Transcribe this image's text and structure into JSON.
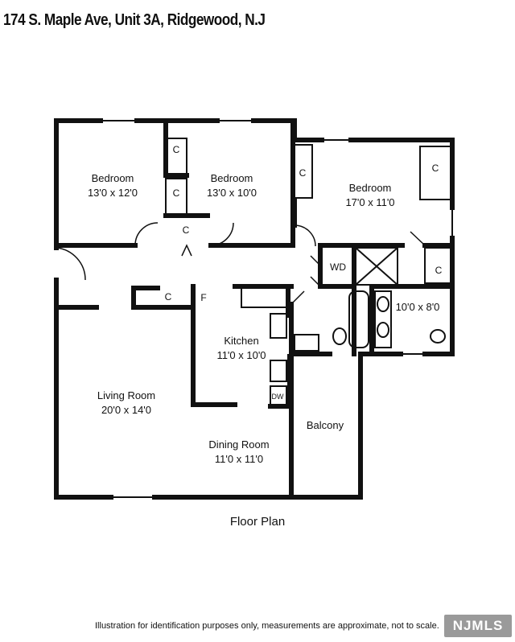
{
  "title": "174 S. Maple Ave, Unit 3A, Ridgewood, N.J",
  "rooms": {
    "bedroom1": {
      "name": "Bedroom",
      "size": "13'0 x 12'0"
    },
    "bedroom2": {
      "name": "Bedroom",
      "size": "13'0 x 10'0"
    },
    "bedroom3": {
      "name": "Bedroom",
      "size": "17'0 x 11'0"
    },
    "kitchen": {
      "name": "Kitchen",
      "size": "11'0 x 10'0"
    },
    "living": {
      "name": "Living Room",
      "size": "20'0 x 14'0"
    },
    "dining": {
      "name": "Dining Room",
      "size": "11'0 x 11'0"
    },
    "balcony": {
      "name": "Balcony"
    },
    "bath2": {
      "size": "10'0 x 8'0"
    }
  },
  "labels": {
    "closet": "C",
    "washer_dryer": "WD",
    "fridge": "F",
    "dishwasher": "DW"
  },
  "caption": "Floor Plan",
  "disclaimer": "Illustration for identification purposes only, measurements are approximate, not to scale.",
  "logo": "NJMLS",
  "colors": {
    "wall": "#111111",
    "logo_bg": "#9a9a9a"
  }
}
